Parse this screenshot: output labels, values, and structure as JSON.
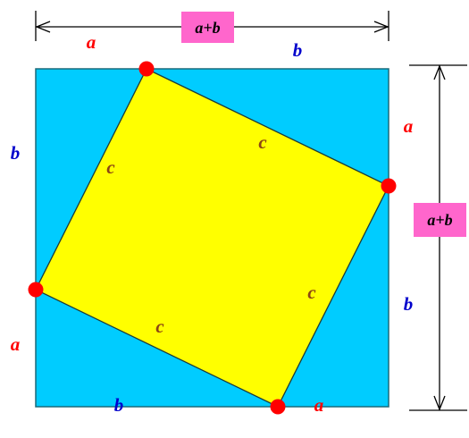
{
  "labels": {
    "a": "a",
    "b": "b",
    "c": "c",
    "sum": "a+b"
  },
  "colors": {
    "outer_square": "#00CCFF",
    "inner_square": "#FFFF00",
    "square_stroke": "#1a6a7a",
    "vertex_dot": "#FF0000",
    "label_a": "#FF0000",
    "label_b": "#0000CC",
    "label_c": "#8B4513",
    "sum_box": "#FF66CC",
    "dimension_line": "#000000"
  }
}
